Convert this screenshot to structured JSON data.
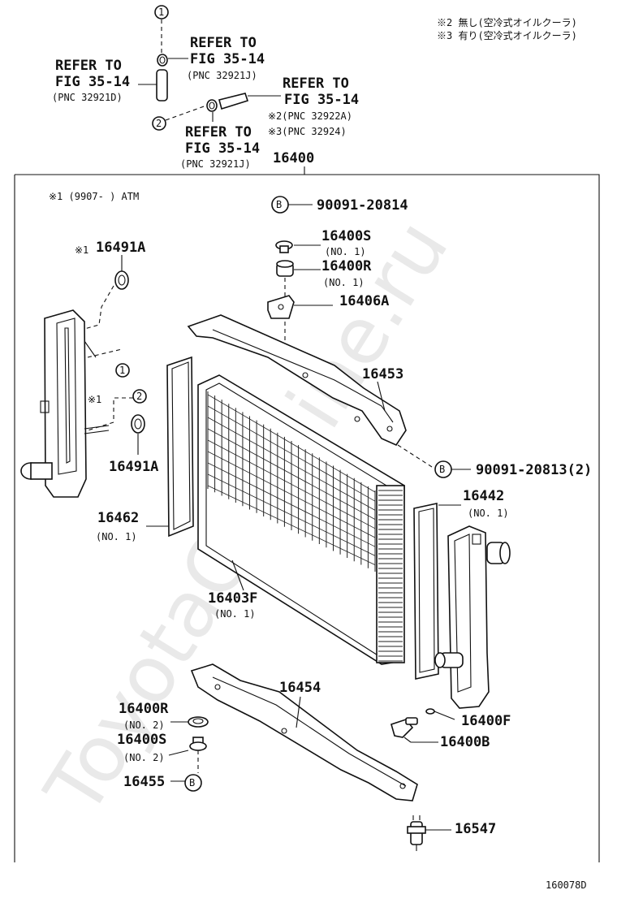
{
  "notes": {
    "n2": "※2 無し(空冷式オイルクーラ)",
    "n3": "※3 有り(空冷式オイルクーラ)",
    "atm": "※1 (9907-      ) ATM"
  },
  "refs": {
    "r1": {
      "a": "REFER TO",
      "b": "FIG 35-14",
      "c": "(PNC 32921J)"
    },
    "r2": {
      "a": "REFER TO",
      "b": "FIG 35-14",
      "c": "(PNC 32921D)"
    },
    "r3": {
      "a": "REFER TO",
      "b": "FIG 35-14",
      "c": "※2(PNC 32922A)",
      "d": "※3(PNC 32924)"
    },
    "r4": {
      "a": "REFER TO",
      "b": "FIG 35-14",
      "c": "(PNC 32921J)"
    }
  },
  "callouts": {
    "one": "1",
    "two": "2",
    "b": "B",
    "star1": "※1"
  },
  "parts": {
    "p16400": "16400",
    "p90091_20814": "90091-20814",
    "p16400S_1": "16400S",
    "p16400S_1_no": "(NO. 1)",
    "p16400R_1": "16400R",
    "p16400R_1_no": "(NO. 1)",
    "p16406A": "16406A",
    "p16491A_top": "16491A",
    "p16453": "16453",
    "p16491A_bot": "16491A",
    "p90091_20813": "90091-20813(2)",
    "p16462": "16462",
    "p16462_no": "(NO. 1)",
    "p16442": "16442",
    "p16442_no": "(NO. 1)",
    "p16403F": "16403F",
    "p16403F_no": "(NO. 1)",
    "p16454": "16454",
    "p16400R_2": "16400R",
    "p16400R_2_no": "(NO. 2)",
    "p16400S_2": "16400S",
    "p16400S_2_no": "(NO. 2)",
    "p16455": "16455",
    "p16400F": "16400F",
    "p16400B": "16400B",
    "p16547": "16547"
  },
  "figure_code": "160078D",
  "watermark": "ToyotaCarMine.ru"
}
